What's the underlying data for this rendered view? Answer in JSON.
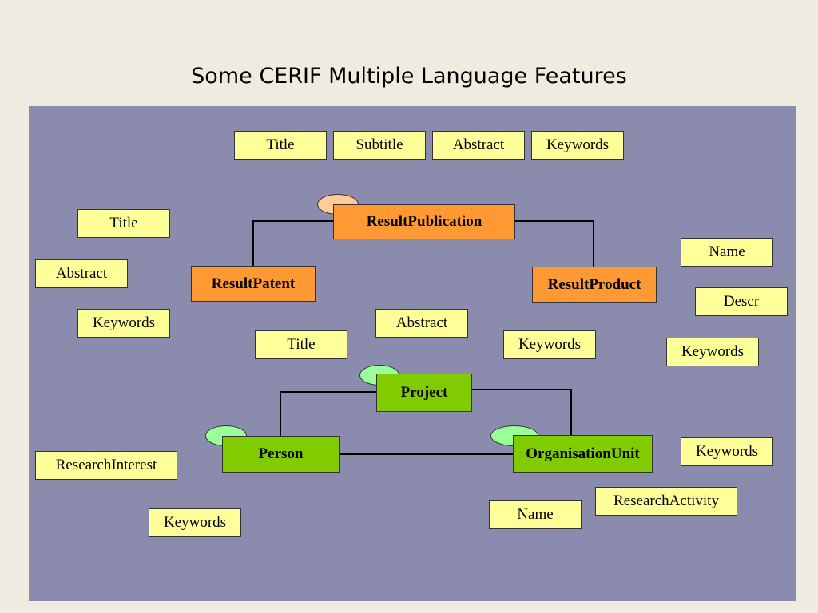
{
  "title": "Some CERIF Multiple Language Features",
  "colors": {
    "background": "#eeece1",
    "panel": "#8b8bad",
    "attribute_fill": "#ffff99",
    "result_entity_fill": "#ff9933",
    "base_entity_fill": "#80cc00"
  },
  "entities": {
    "result_publication": "ResultPublication",
    "result_patent": "ResultPatent",
    "result_product": "ResultProduct",
    "project": "Project",
    "person": "Person",
    "organisation_unit": "OrganisationUnit"
  },
  "attributes": {
    "publication": [
      "Title",
      "Subtitle",
      "Abstract",
      "Keywords"
    ],
    "patent": [
      "Title",
      "Abstract",
      "Keywords"
    ],
    "product": [
      "Name",
      "Descr",
      "Keywords"
    ],
    "project": [
      "Title",
      "Abstract",
      "Keywords"
    ],
    "person": [
      "ResearchInterest",
      "Keywords"
    ],
    "organisation_unit": [
      "Keywords",
      "ResearchActivity",
      "Name"
    ]
  }
}
